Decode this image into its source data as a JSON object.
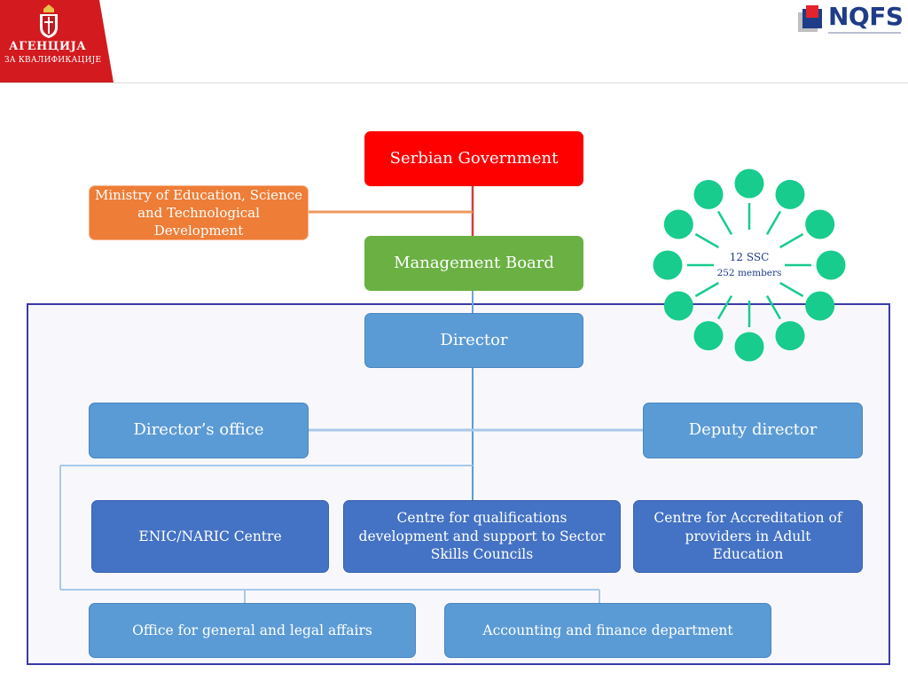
{
  "header": {
    "agency_title": "АГЕНЦИЈА",
    "agency_subtitle": "ЗА КВАЛИФИКАЦИЈЕ",
    "logo_text": "NQFS"
  },
  "org_chart": {
    "government": "Serbian Government",
    "ministry": "Ministry of Education, Science and Technological Development",
    "management_board": "Management Board",
    "director": "Director",
    "directors_office": "Director’s office",
    "deputy_director": "Deputy director",
    "enic_naric": "ENIC/NARIC Centre",
    "qualifications_centre": "Centre for qualifications development and support to Sector Skills Councils",
    "accreditation_centre": "Centre for Accreditation of providers in Adult Education",
    "general_legal": "Office for general and legal affairs",
    "accounting": "Accounting and finance department"
  },
  "ssc": {
    "count_label": "12 SSC",
    "members_label": "252 members",
    "node_count": 12
  },
  "colors": {
    "government": "#ff0000",
    "ministry": "#ee7d37",
    "board": "#6ab043",
    "light_blue": "#5b9bd5",
    "dark_blue": "#4472c4",
    "ssc_node": "#17cc8c",
    "frame_border": "#3a3aa8",
    "agency_red": "#d21a1f"
  }
}
